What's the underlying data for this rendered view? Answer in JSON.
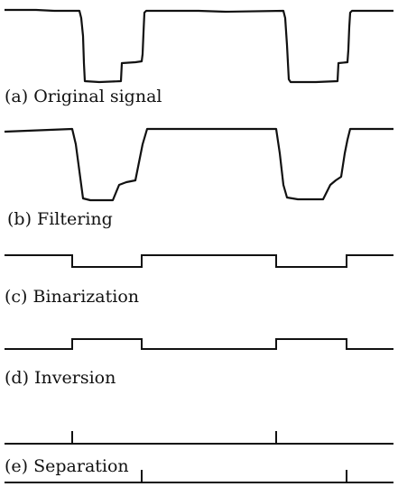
{
  "panels": [
    {
      "id": "a",
      "caption": "(a) Original signal"
    },
    {
      "id": "b",
      "caption": "(b) Filtering"
    },
    {
      "id": "c",
      "caption": "(c) Binarization"
    },
    {
      "id": "d",
      "caption": "(d) Inversion"
    },
    {
      "id": "e",
      "caption": "(e) Separation"
    }
  ],
  "colors": {
    "ink": "#111111",
    "background": "#ffffff"
  }
}
